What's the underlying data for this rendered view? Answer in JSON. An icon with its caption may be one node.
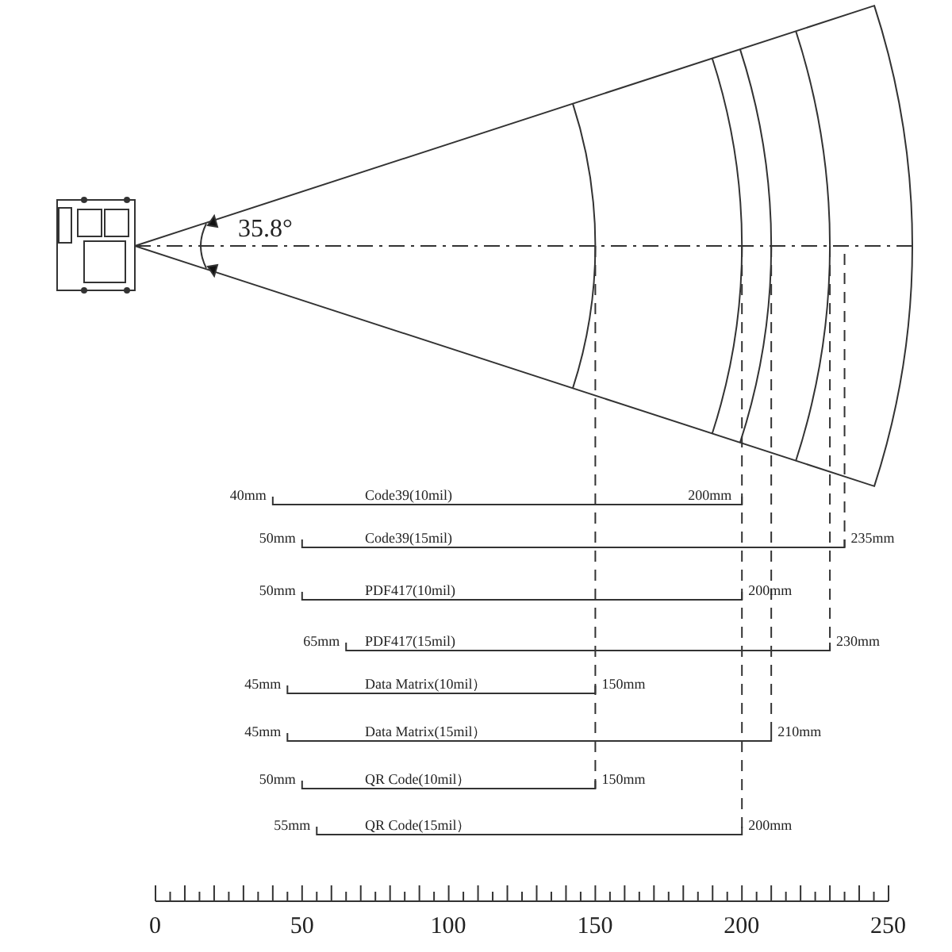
{
  "diagram": {
    "labels": [
      "35.8°",
      "40mm",
      "Code39(10mil)",
      "200mm",
      "50mm",
      "Code39(15mil)",
      "235mm",
      "50mm",
      "PDF417(10mil)",
      "200mm",
      "65mm",
      "PDF417(15mil)",
      "230mm",
      "45mm",
      "Data Matrix(10mil）",
      "150mm",
      "45mm",
      "Data Matrix(15mil）",
      "210mm",
      "50mm",
      "QR Code(10mil）",
      "150mm",
      "55mm",
      "QR Code(15mil）",
      "200mm",
      "0",
      "50",
      "100",
      "150",
      "200",
      "250"
    ]
  }
}
